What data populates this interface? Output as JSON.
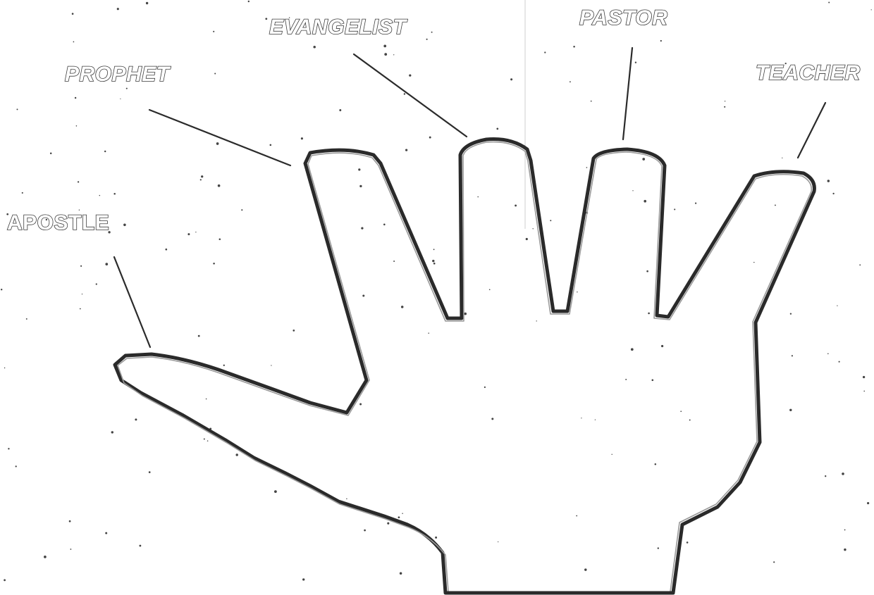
{
  "labels": {
    "apostle": "APOSTLE",
    "prophet": "PROPHET",
    "evangelist": "EVANGELIST",
    "pastor": "PASTOR",
    "teacher": "TEACHER"
  },
  "colors": {
    "outline": "#2a2a2a",
    "background": "#ffffff"
  }
}
